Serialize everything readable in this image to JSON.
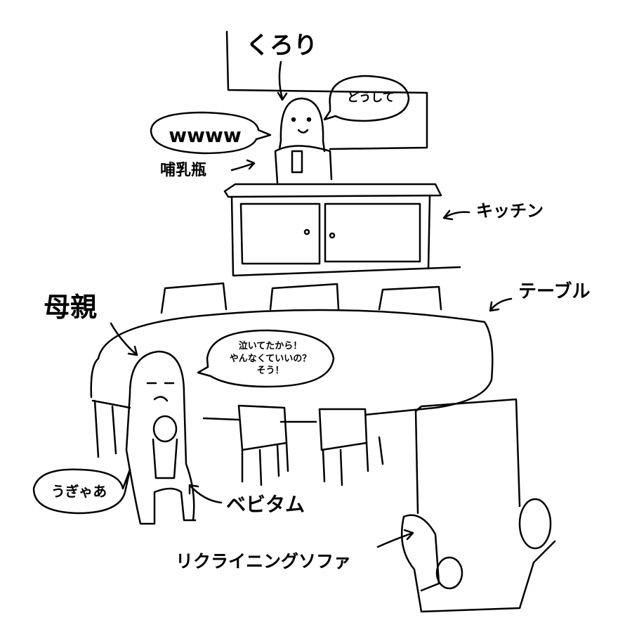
{
  "labels": {
    "kurori": "くろり",
    "bottle": "哺乳瓶",
    "kitchen": "キッチン",
    "table": "テーブル",
    "mother": "母親",
    "baby": "ベビタム",
    "sofa": "リクライニングソファ"
  },
  "bubbles": {
    "doushite": "どうして",
    "wwww": "wwww",
    "mother_lines": [
      "泣いてたから！",
      "やんなくていいの？",
      "そう！"
    ],
    "baby_cry": "うぎゃあ"
  },
  "colors": {
    "ink": "#000000",
    "paper": "#ffffff"
  }
}
